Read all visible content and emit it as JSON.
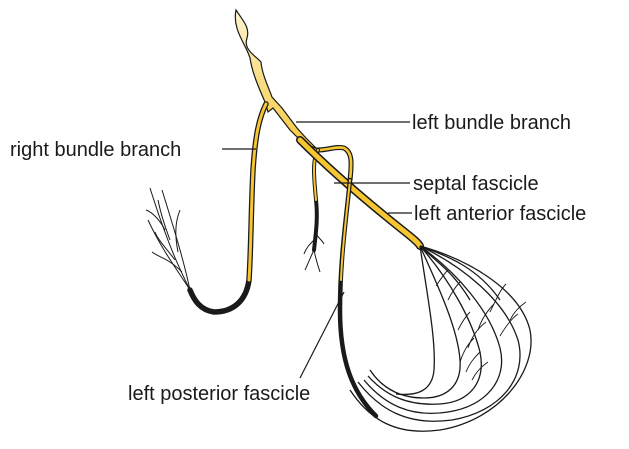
{
  "labels": {
    "right_bundle_branch": "right bundle branch",
    "left_bundle_branch": "left bundle branch",
    "septal_fascicle": "septal fascicle",
    "left_anterior_fascicle": "left anterior fascicle",
    "left_posterior_fascicle": "left posterior fascicle"
  },
  "colors": {
    "conduction_fill": "#f5c631",
    "conduction_light": "#fbe9a8",
    "outline": "#1a1a1a",
    "background": "#ffffff"
  }
}
